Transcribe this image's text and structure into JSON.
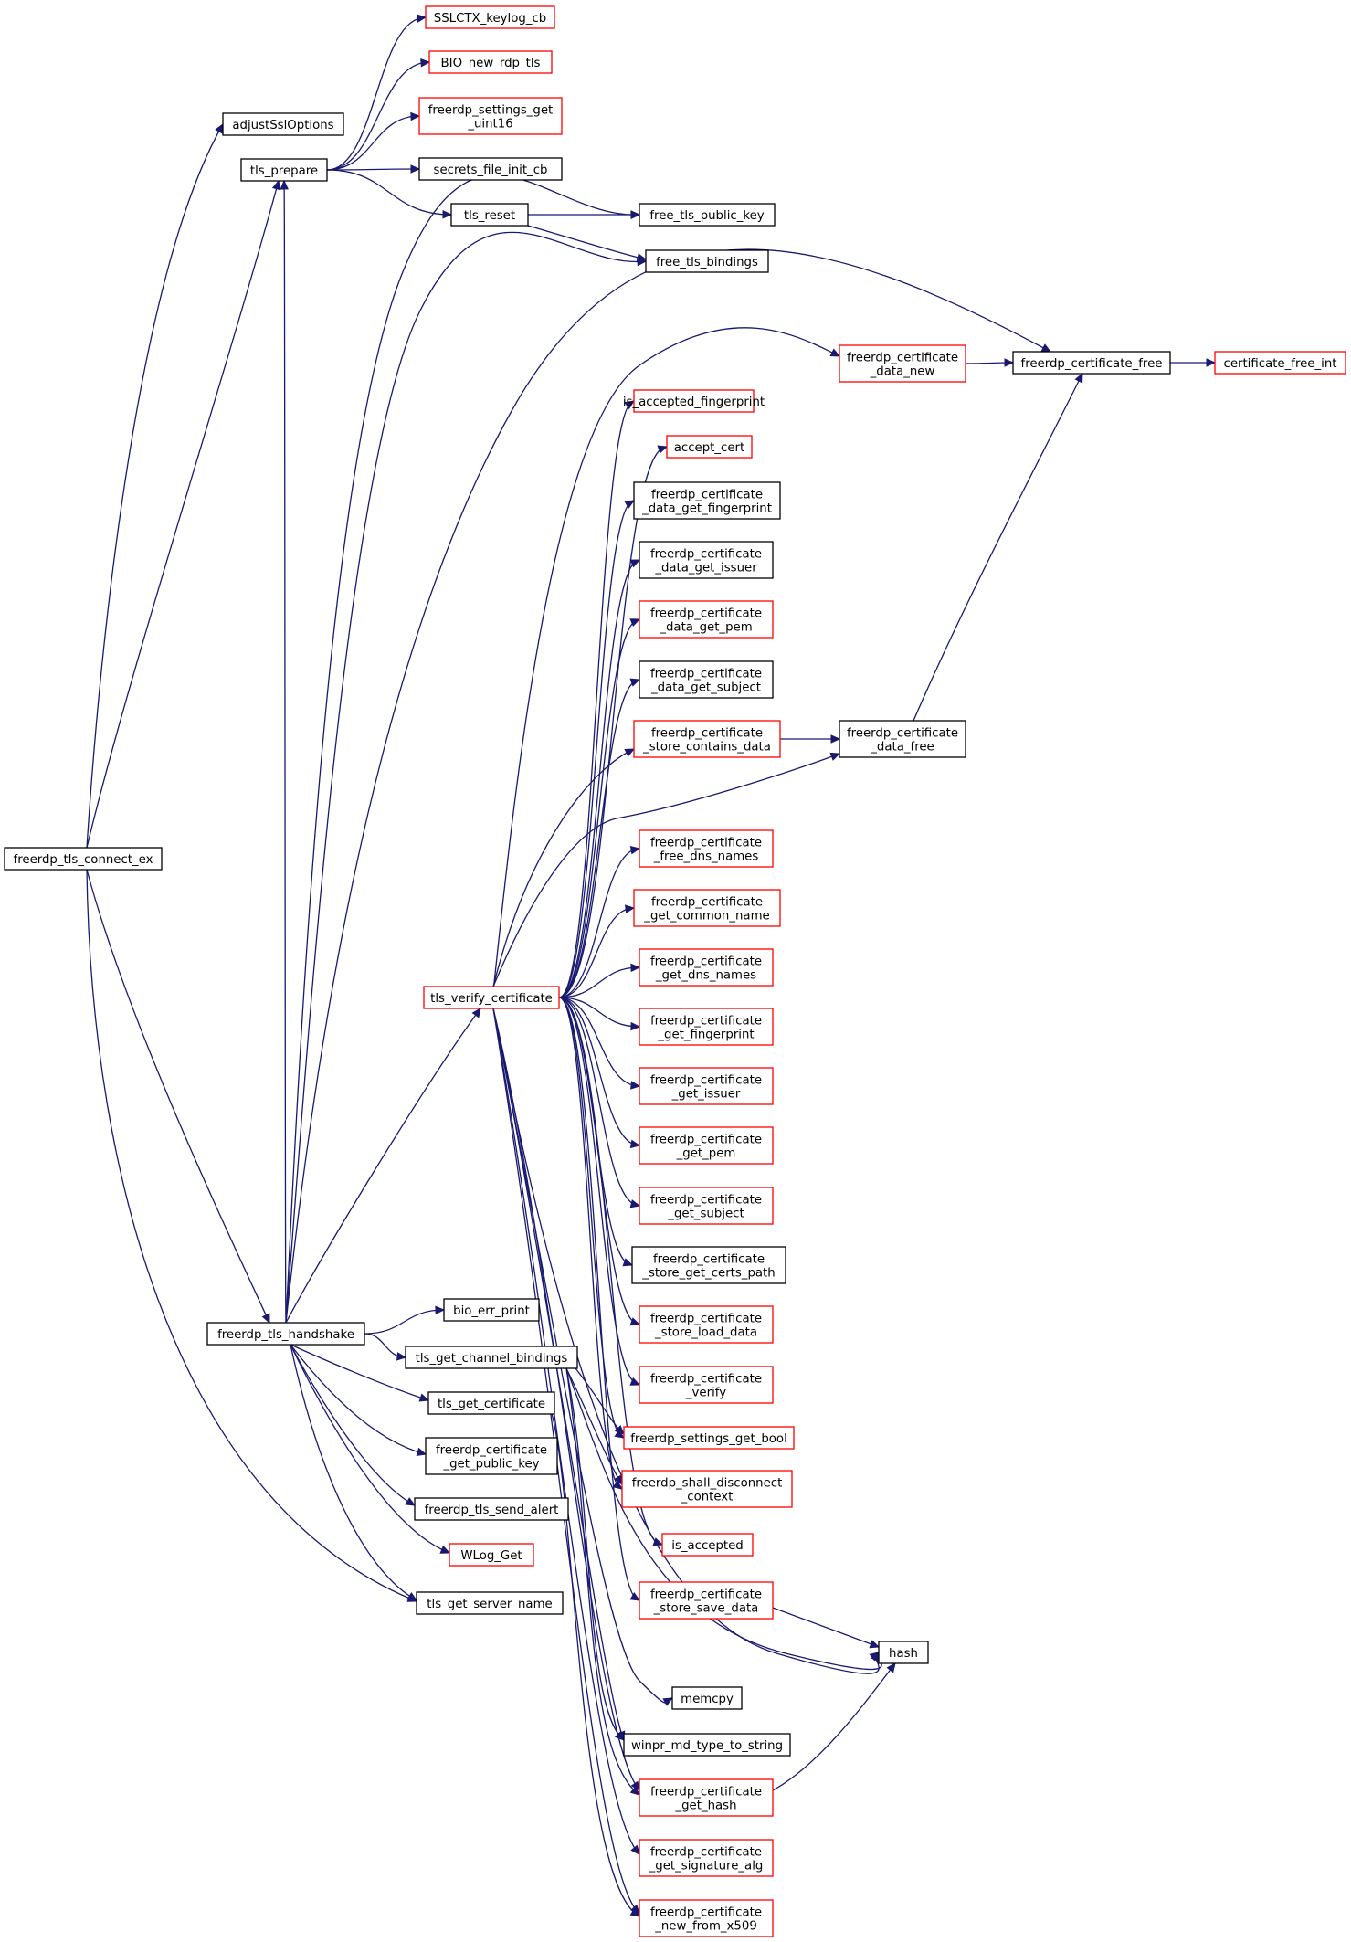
{
  "diagram": {
    "title": "",
    "colors": {
      "edge": "#191970",
      "border_normal": "#000000",
      "border_truncated": "#ff0000",
      "root_fill": "#bfbfbf",
      "node_fill": "#ffffff"
    },
    "nodes": [
      {
        "id": "root",
        "lines": [
          "freerdp_tls_connect_ex"
        ],
        "border": "black",
        "root": true
      },
      {
        "id": "adjust",
        "lines": [
          "adjustSslOptions"
        ],
        "border": "black"
      },
      {
        "id": "prepare",
        "lines": [
          "tls_prepare"
        ],
        "border": "black"
      },
      {
        "id": "keylog",
        "lines": [
          "SSLCTX_keylog_cb"
        ],
        "border": "red"
      },
      {
        "id": "bionew",
        "lines": [
          "BIO_new_rdp_tls"
        ],
        "border": "red"
      },
      {
        "id": "getu16",
        "lines": [
          "freerdp_settings_get",
          "_uint16"
        ],
        "border": "red"
      },
      {
        "id": "secrets",
        "lines": [
          "secrets_file_init_cb"
        ],
        "border": "black"
      },
      {
        "id": "reset",
        "lines": [
          "tls_reset"
        ],
        "border": "black"
      },
      {
        "id": "freepub",
        "lines": [
          "free_tls_public_key"
        ],
        "border": "black"
      },
      {
        "id": "freebind",
        "lines": [
          "free_tls_bindings"
        ],
        "border": "black"
      },
      {
        "id": "certdnew",
        "lines": [
          "freerdp_certificate",
          "_data_new"
        ],
        "border": "red"
      },
      {
        "id": "certfree",
        "lines": [
          "freerdp_certificate_free"
        ],
        "border": "black"
      },
      {
        "id": "certfreeint",
        "lines": [
          "certificate_free_int"
        ],
        "border": "red"
      },
      {
        "id": "isaccfp",
        "lines": [
          "is_accepted_fingerprint"
        ],
        "border": "red"
      },
      {
        "id": "acccert",
        "lines": [
          "accept_cert"
        ],
        "border": "red"
      },
      {
        "id": "dgetfp",
        "lines": [
          "freerdp_certificate",
          "_data_get_fingerprint"
        ],
        "border": "black"
      },
      {
        "id": "dgetiss",
        "lines": [
          "freerdp_certificate",
          "_data_get_issuer"
        ],
        "border": "black"
      },
      {
        "id": "dgetpem",
        "lines": [
          "freerdp_certificate",
          "_data_get_pem"
        ],
        "border": "red"
      },
      {
        "id": "dgetsub",
        "lines": [
          "freerdp_certificate",
          "_data_get_subject"
        ],
        "border": "black"
      },
      {
        "id": "storecont",
        "lines": [
          "freerdp_certificate",
          "_store_contains_data"
        ],
        "border": "red"
      },
      {
        "id": "datafree",
        "lines": [
          "freerdp_certificate",
          "_data_free"
        ],
        "border": "black"
      },
      {
        "id": "freedns",
        "lines": [
          "freerdp_certificate",
          "_free_dns_names"
        ],
        "border": "red"
      },
      {
        "id": "getcn",
        "lines": [
          "freerdp_certificate",
          "_get_common_name"
        ],
        "border": "red"
      },
      {
        "id": "getdns",
        "lines": [
          "freerdp_certificate",
          "_get_dns_names"
        ],
        "border": "red"
      },
      {
        "id": "verify",
        "lines": [
          "tls_verify_certificate"
        ],
        "border": "red"
      },
      {
        "id": "getfp",
        "lines": [
          "freerdp_certificate",
          "_get_fingerprint"
        ],
        "border": "red"
      },
      {
        "id": "getiss",
        "lines": [
          "freerdp_certificate",
          "_get_issuer"
        ],
        "border": "red"
      },
      {
        "id": "getpem",
        "lines": [
          "freerdp_certificate",
          "_get_pem"
        ],
        "border": "red"
      },
      {
        "id": "getsub",
        "lines": [
          "freerdp_certificate",
          "_get_subject"
        ],
        "border": "red"
      },
      {
        "id": "storepath",
        "lines": [
          "freerdp_certificate",
          "_store_get_certs_path"
        ],
        "border": "black"
      },
      {
        "id": "storeload",
        "lines": [
          "freerdp_certificate",
          "_store_load_data"
        ],
        "border": "red"
      },
      {
        "id": "certverify",
        "lines": [
          "freerdp_certificate",
          "_verify"
        ],
        "border": "red"
      },
      {
        "id": "handshake",
        "lines": [
          "freerdp_tls_handshake"
        ],
        "border": "black"
      },
      {
        "id": "bioerr",
        "lines": [
          "bio_err_print"
        ],
        "border": "black"
      },
      {
        "id": "chanbind",
        "lines": [
          "tls_get_channel_bindings"
        ],
        "border": "black"
      },
      {
        "id": "getbool",
        "lines": [
          "freerdp_settings_get_bool"
        ],
        "border": "red"
      },
      {
        "id": "getcert",
        "lines": [
          "tls_get_certificate"
        ],
        "border": "black"
      },
      {
        "id": "shalldisc",
        "lines": [
          "freerdp_shall_disconnect",
          "_context"
        ],
        "border": "red"
      },
      {
        "id": "getpubkey",
        "lines": [
          "freerdp_certificate",
          "_get_public_key"
        ],
        "border": "black"
      },
      {
        "id": "sendalert",
        "lines": [
          "freerdp_tls_send_alert"
        ],
        "border": "black"
      },
      {
        "id": "isacc",
        "lines": [
          "is_accepted"
        ],
        "border": "red"
      },
      {
        "id": "wlog",
        "lines": [
          "WLog_Get"
        ],
        "border": "red"
      },
      {
        "id": "storesave",
        "lines": [
          "freerdp_certificate",
          "_store_save_data"
        ],
        "border": "red"
      },
      {
        "id": "servername",
        "lines": [
          "tls_get_server_name"
        ],
        "border": "black"
      },
      {
        "id": "hash",
        "lines": [
          "hash"
        ],
        "border": "black"
      },
      {
        "id": "memcpy",
        "lines": [
          "memcpy"
        ],
        "border": "black"
      },
      {
        "id": "mdtype",
        "lines": [
          "winpr_md_type_to_string"
        ],
        "border": "black"
      },
      {
        "id": "gethash",
        "lines": [
          "freerdp_certificate",
          "_get_hash"
        ],
        "border": "red"
      },
      {
        "id": "getsig",
        "lines": [
          "freerdp_certificate",
          "_get_signature_alg"
        ],
        "border": "red"
      },
      {
        "id": "newx509",
        "lines": [
          "freerdp_certificate",
          "_new_from_x509"
        ],
        "border": "red"
      }
    ],
    "edges": [
      [
        "root",
        "adjust"
      ],
      [
        "root",
        "prepare"
      ],
      [
        "root",
        "handshake"
      ],
      [
        "root",
        "servername"
      ],
      [
        "prepare",
        "keylog"
      ],
      [
        "prepare",
        "bionew"
      ],
      [
        "prepare",
        "getu16"
      ],
      [
        "prepare",
        "secrets"
      ],
      [
        "prepare",
        "reset"
      ],
      [
        "reset",
        "freepub"
      ],
      [
        "reset",
        "freebind"
      ],
      [
        "certdnew",
        "certfree"
      ],
      [
        "certfree",
        "certfreeint"
      ],
      [
        "storecont",
        "datafree"
      ],
      [
        "datafree",
        "certfree"
      ],
      [
        "handshake",
        "prepare"
      ],
      [
        "handshake",
        "freepub"
      ],
      [
        "handshake",
        "freebind"
      ],
      [
        "handshake",
        "certfree"
      ],
      [
        "handshake",
        "verify"
      ],
      [
        "handshake",
        "bioerr"
      ],
      [
        "handshake",
        "chanbind"
      ],
      [
        "handshake",
        "getcert"
      ],
      [
        "handshake",
        "getpubkey"
      ],
      [
        "handshake",
        "sendalert"
      ],
      [
        "handshake",
        "wlog"
      ],
      [
        "handshake",
        "servername"
      ],
      [
        "verify",
        "certdnew"
      ],
      [
        "verify",
        "isaccfp"
      ],
      [
        "verify",
        "acccert"
      ],
      [
        "verify",
        "dgetfp"
      ],
      [
        "verify",
        "dgetiss"
      ],
      [
        "verify",
        "dgetpem"
      ],
      [
        "verify",
        "dgetsub"
      ],
      [
        "verify",
        "storecont"
      ],
      [
        "verify",
        "datafree"
      ],
      [
        "verify",
        "freedns"
      ],
      [
        "verify",
        "getcn"
      ],
      [
        "verify",
        "getdns"
      ],
      [
        "verify",
        "getfp"
      ],
      [
        "verify",
        "getiss"
      ],
      [
        "verify",
        "getpem"
      ],
      [
        "verify",
        "getsub"
      ],
      [
        "verify",
        "storepath"
      ],
      [
        "verify",
        "storeload"
      ],
      [
        "verify",
        "certverify"
      ],
      [
        "verify",
        "getbool"
      ],
      [
        "verify",
        "shalldisc"
      ],
      [
        "verify",
        "isacc"
      ],
      [
        "verify",
        "storesave"
      ],
      [
        "verify",
        "hash"
      ],
      [
        "verify",
        "memcpy"
      ],
      [
        "verify",
        "mdtype"
      ],
      [
        "verify",
        "gethash"
      ],
      [
        "verify",
        "getsig"
      ],
      [
        "verify",
        "newx509"
      ],
      [
        "chanbind",
        "getbool"
      ],
      [
        "chanbind",
        "shalldisc"
      ],
      [
        "chanbind",
        "hash"
      ],
      [
        "chanbind",
        "mdtype"
      ],
      [
        "chanbind",
        "gethash"
      ],
      [
        "getcert",
        "newx509"
      ],
      [
        "storesave",
        "hash"
      ],
      [
        "gethash",
        "hash"
      ]
    ]
  }
}
